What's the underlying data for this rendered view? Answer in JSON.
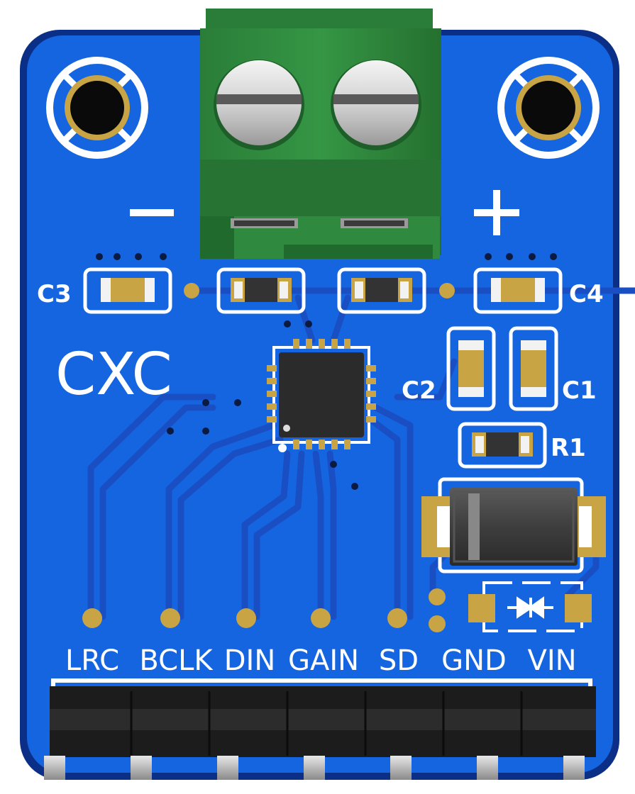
{
  "colors": {
    "board": "#1565e0",
    "board_dark": "#0d3fa8",
    "trace": "#1a4fc4",
    "gold": "#c8a445",
    "silk": "#ffffff",
    "terminal": "#2e8a3e",
    "terminal_dark": "#1f6a2c",
    "chip": "#2b2b2b",
    "header": "#1c1c1c"
  },
  "silkscreen": {
    "logo": "CXC",
    "minus": "−",
    "plus": "+",
    "c1": "C1",
    "c2": "C2",
    "c3": "C3",
    "c4": "C4",
    "r1": "R1"
  },
  "pins": [
    {
      "label": "LRC"
    },
    {
      "label": "BCLK"
    },
    {
      "label": "DIN"
    },
    {
      "label": "GAIN"
    },
    {
      "label": "SD"
    },
    {
      "label": "GND"
    },
    {
      "label": "VIN"
    }
  ]
}
